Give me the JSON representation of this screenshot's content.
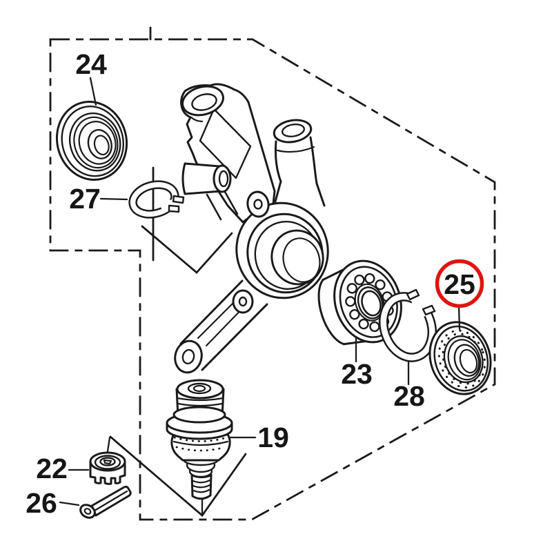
{
  "colors": {
    "background": "#ffffff",
    "line": "#1a1a1a",
    "highlight": "#dd1510"
  },
  "parts": [
    {
      "label": "24",
      "highlighted": false
    },
    {
      "label": "27",
      "highlighted": false
    },
    {
      "label": "23",
      "highlighted": false
    },
    {
      "label": "28",
      "highlighted": false
    },
    {
      "label": "25",
      "highlighted": true
    },
    {
      "label": "19",
      "highlighted": false
    },
    {
      "label": "22",
      "highlighted": false
    },
    {
      "label": "26",
      "highlighted": false
    }
  ]
}
